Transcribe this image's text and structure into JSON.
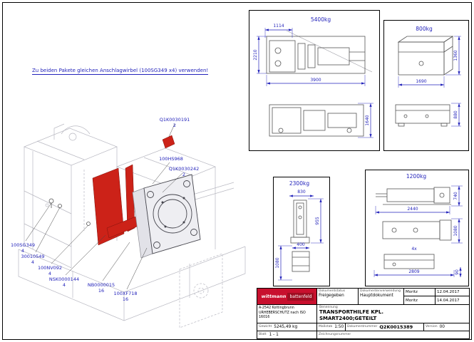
{
  "colors": {
    "dimension_blue": "#2323bb",
    "part_red": "#cc2218",
    "logo_red": "#c8102e"
  },
  "note": "Zu beiden Pakete gleichen Anschlagwirbel (100SG349 x4) verwenden!",
  "callouts": [
    {
      "code": "Q1K0030191",
      "qty": "2"
    },
    {
      "code": "100HS968",
      "qty": ""
    },
    {
      "code": "Q1K0030242",
      "qty": "2"
    },
    {
      "code": "100SG349",
      "qty": "4"
    },
    {
      "code": "30010549",
      "qty": "4"
    },
    {
      "code": "100NV092",
      "qty": "4"
    },
    {
      "code": "NSK0000144",
      "qty": "4"
    },
    {
      "code": "NB0000015",
      "qty": "16"
    },
    {
      "code": "100XF718",
      "qty": "16"
    }
  ],
  "panels": {
    "a": {
      "title": "5400kg",
      "top_width": "1114",
      "left_height": "2210",
      "bottom_width": "3900",
      "side_height": "1640"
    },
    "b": {
      "title": "800kg",
      "box_height": "1360",
      "box_width": "1690",
      "flat_height": "880"
    },
    "c": {
      "title": "2300kg",
      "top_width": "830",
      "right_height": "955",
      "mid_width": "400",
      "left_height": "1080"
    },
    "d": {
      "title": "1200kg",
      "top_height": "740",
      "top_width": "2440",
      "mid_height": "1080",
      "qty_note": "4x",
      "bottom_width": "2809",
      "small_height": "90"
    }
  },
  "titleblock": {
    "brand_left": "wittmann",
    "brand_right": "battenfeld",
    "address": "A-2542 Kottingbrunn",
    "copyright": "URHEBERSCHUTZ nach ISO 16016",
    "doc_status_label": "Dokumentstatus",
    "doc_status": "Freigegeben",
    "doc_use_label": "Dokumentenverwendung",
    "doc_use": "Hauptdokument",
    "created_by": "Moritz",
    "created_date": "12.04.2017",
    "changed_by": "Moritz",
    "changed_date": "14.04.2017",
    "name_label": "Benennung",
    "name_line1": "TRANSPORTHILFE KPL.",
    "name_line2": "SMART2400;GETEILT",
    "weight_label": "Gewicht",
    "weight_value": "5245,49 kg",
    "sheet_label": "Blatt",
    "sheet_value": "1 - 1",
    "scale_label": "Maßstab",
    "scale_value": "1:50",
    "docnum_label": "Dokumentnummer",
    "docnum_value": "Q2K0015389",
    "version_label": "Version",
    "version_value": "00",
    "drawingnum_label": "Zeichnungsnummer",
    "drawingnum_value": ""
  }
}
